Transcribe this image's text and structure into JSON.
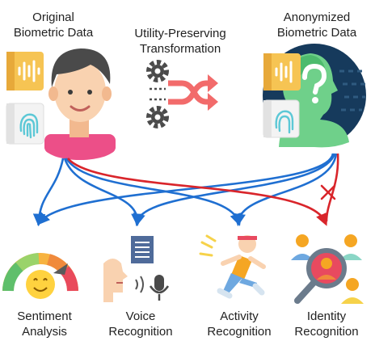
{
  "labels": {
    "original": "Original\nBiometric Data",
    "transformation": "Utility-Preserving\nTransformation",
    "anonymized": "Anonymized\nBiometric Data",
    "sentiment": "Sentiment\nAnalysis",
    "voice": "Voice\nRecognition",
    "activity": "Activity\nRecognition",
    "identity": "Identity\nRecognition"
  },
  "colors": {
    "utility_arrow": "#1f6fd1",
    "identity_arrow": "#d9252b",
    "shuffle_icon": "#f26b6b",
    "gear": "#4b4b4b",
    "anon_face": "#6fd08a",
    "anon_bg": "#163a5c",
    "skin": "#f9d2b0",
    "shirt": "#ec4f88",
    "card_yellow": "#f6c453",
    "card_fingerprint": "#5cc8d6"
  },
  "icons": [
    "audio-wave-icon",
    "fingerprint-icon",
    "gear-icon",
    "shuffle-icon",
    "question-mark-icon",
    "document-icon",
    "microphone-icon",
    "magnifier-icon",
    "blocked-x-icon"
  ]
}
